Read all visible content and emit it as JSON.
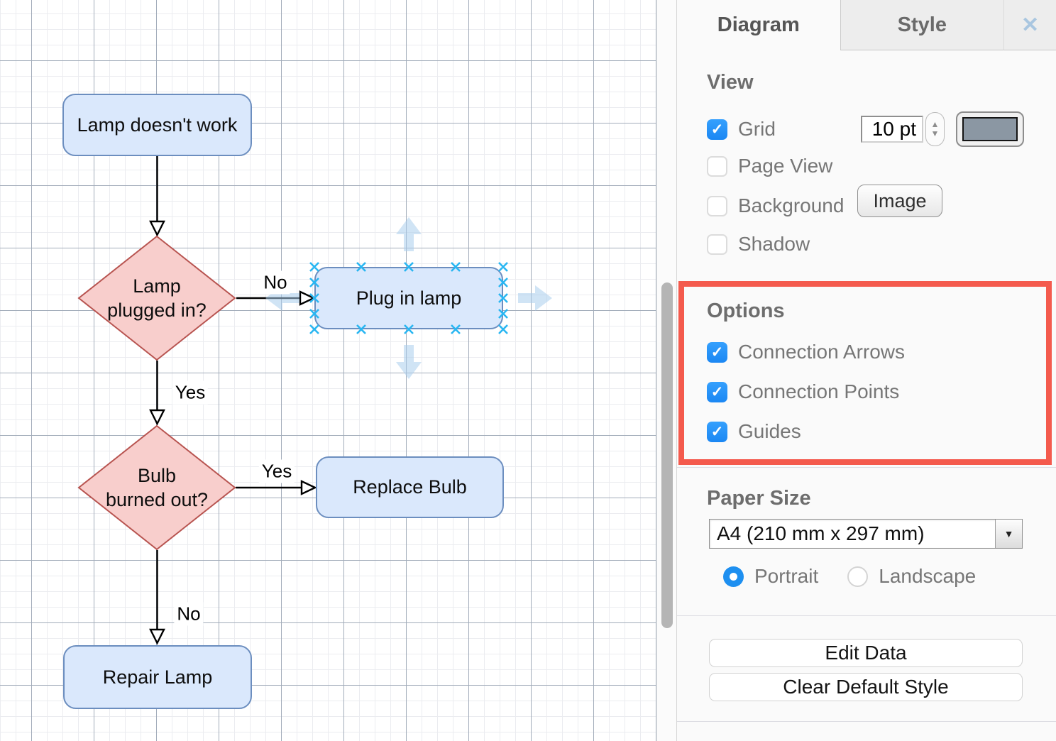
{
  "canvas": {
    "nodes": {
      "start": "Lamp doesn't work",
      "decision1": "Lamp\nplugged in?",
      "plug": "Plug in lamp",
      "decision2": "Bulb\nburned out?",
      "replace": "Replace Bulb",
      "repair": "Repair Lamp"
    },
    "edge_labels": {
      "no1": "No",
      "yes1": "Yes",
      "yes2": "Yes",
      "no2": "No"
    }
  },
  "panel": {
    "tabs": {
      "diagram": "Diagram",
      "style": "Style"
    },
    "view": {
      "heading": "View",
      "grid": "Grid",
      "grid_size_value": "10 pt",
      "page_view": "Page View",
      "background": "Background",
      "image_button": "Image",
      "shadow": "Shadow"
    },
    "options": {
      "heading": "Options",
      "items": [
        "Connection Arrows",
        "Connection Points",
        "Guides"
      ]
    },
    "paper": {
      "heading": "Paper Size",
      "size_value": "A4 (210 mm x 297 mm)",
      "portrait": "Portrait",
      "landscape": "Landscape"
    },
    "actions": {
      "edit_data": "Edit Data",
      "clear_default_style": "Clear Default Style"
    }
  },
  "icons": {
    "close": "✕",
    "check": "✓",
    "spinner_up": "▲",
    "spinner_down": "▼",
    "dropdown_arrow": "▼"
  },
  "colors": {
    "process_fill": "#dae8fc",
    "process_stroke": "#6c8ebf",
    "decision_fill": "#f8cecc",
    "decision_stroke": "#b85450",
    "selection_cyan": "#29b6f2",
    "direction_arrow_blue": "#a9cdec",
    "checkbox_blue": "#2493fb",
    "highlight_red": "#f45a4d",
    "grid_swatch": "#8b97a3",
    "grid_major": "#a2acba",
    "grid_minor": "#ebecf0"
  }
}
